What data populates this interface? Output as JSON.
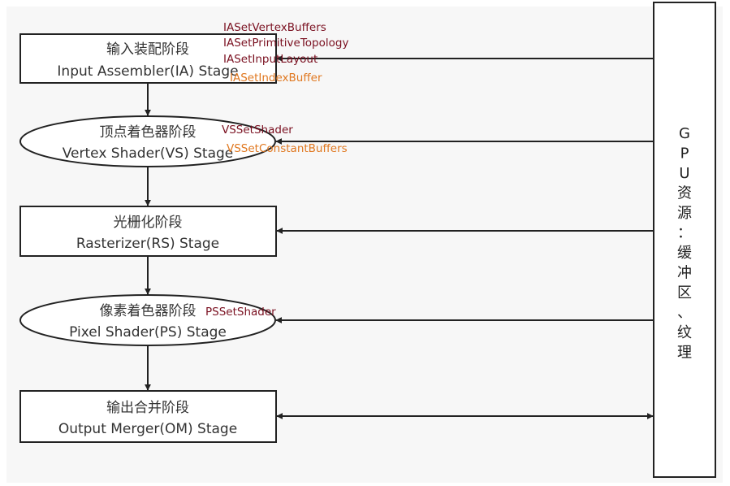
{
  "stages": [
    {
      "id": "ia",
      "shape": "rect",
      "zh": "输入装配阶段",
      "en": "Input Assembler(IA) Stage"
    },
    {
      "id": "vs",
      "shape": "ellipse",
      "zh": "顶点着色器阶段",
      "en": "Vertex Shader(VS) Stage"
    },
    {
      "id": "rs",
      "shape": "rect",
      "zh": "光栅化阶段",
      "en": "Rasterizer(RS) Stage"
    },
    {
      "id": "ps",
      "shape": "ellipse",
      "zh": "像素着色器阶段",
      "en": "Pixel Shader(PS) Stage"
    },
    {
      "id": "om",
      "shape": "rect",
      "zh": "输出合并阶段",
      "en": "Output Merger(OM) Stage"
    }
  ],
  "api_labels": {
    "ia": [
      "IASetVertexBuffers",
      "IASetPrimitiveTopology",
      "IASetInputLayout",
      "IASetIndexBuffer"
    ],
    "vs": [
      "VSSetShader",
      "VSSetConstantBuffers"
    ],
    "ps": [
      "PSSetShader"
    ]
  },
  "gpu_resources": {
    "chars": [
      "G",
      "P",
      "U",
      "资",
      "源",
      "：",
      "缓",
      "冲",
      "区",
      "、",
      "纹",
      "理"
    ]
  },
  "colors": {
    "line": "#222222",
    "api_primary": "#7a1020",
    "api_secondary": "#e07820",
    "background": "#f7f7f7"
  }
}
